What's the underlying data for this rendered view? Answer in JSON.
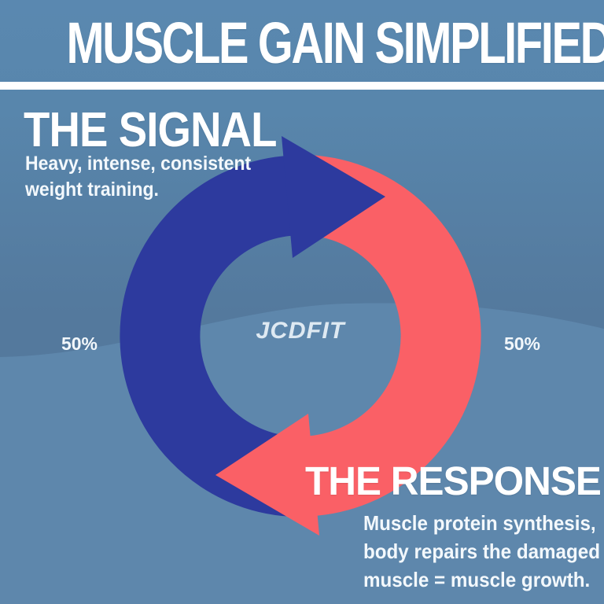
{
  "title": "MUSCLE GAIN SIMPLIFIED",
  "signal": {
    "heading": "THE SIGNAL",
    "description_line1": "Heavy, intense, consistent",
    "description_line2": "weight training."
  },
  "response": {
    "heading": "THE RESPONSE",
    "description_line1": "Muscle protein synthesis,",
    "description_line2": "body repairs the damaged",
    "description_line3": "muscle = muscle growth."
  },
  "cycle": {
    "logo": "JCDFIT",
    "left_label": "50%",
    "right_label": "50%",
    "segments": [
      {
        "name": "The Signal",
        "value": "50%",
        "color": "#2d3a9e"
      },
      {
        "name": "The Response",
        "value": "50%",
        "color": "#fa6066"
      }
    ]
  },
  "colors": {
    "background": "#5885ab",
    "background_wave": "#5e87ac",
    "arrow_blue": "#2d3a9e",
    "arrow_red": "#fa6066",
    "divider": "#ffffff",
    "text": "#ffffff"
  }
}
